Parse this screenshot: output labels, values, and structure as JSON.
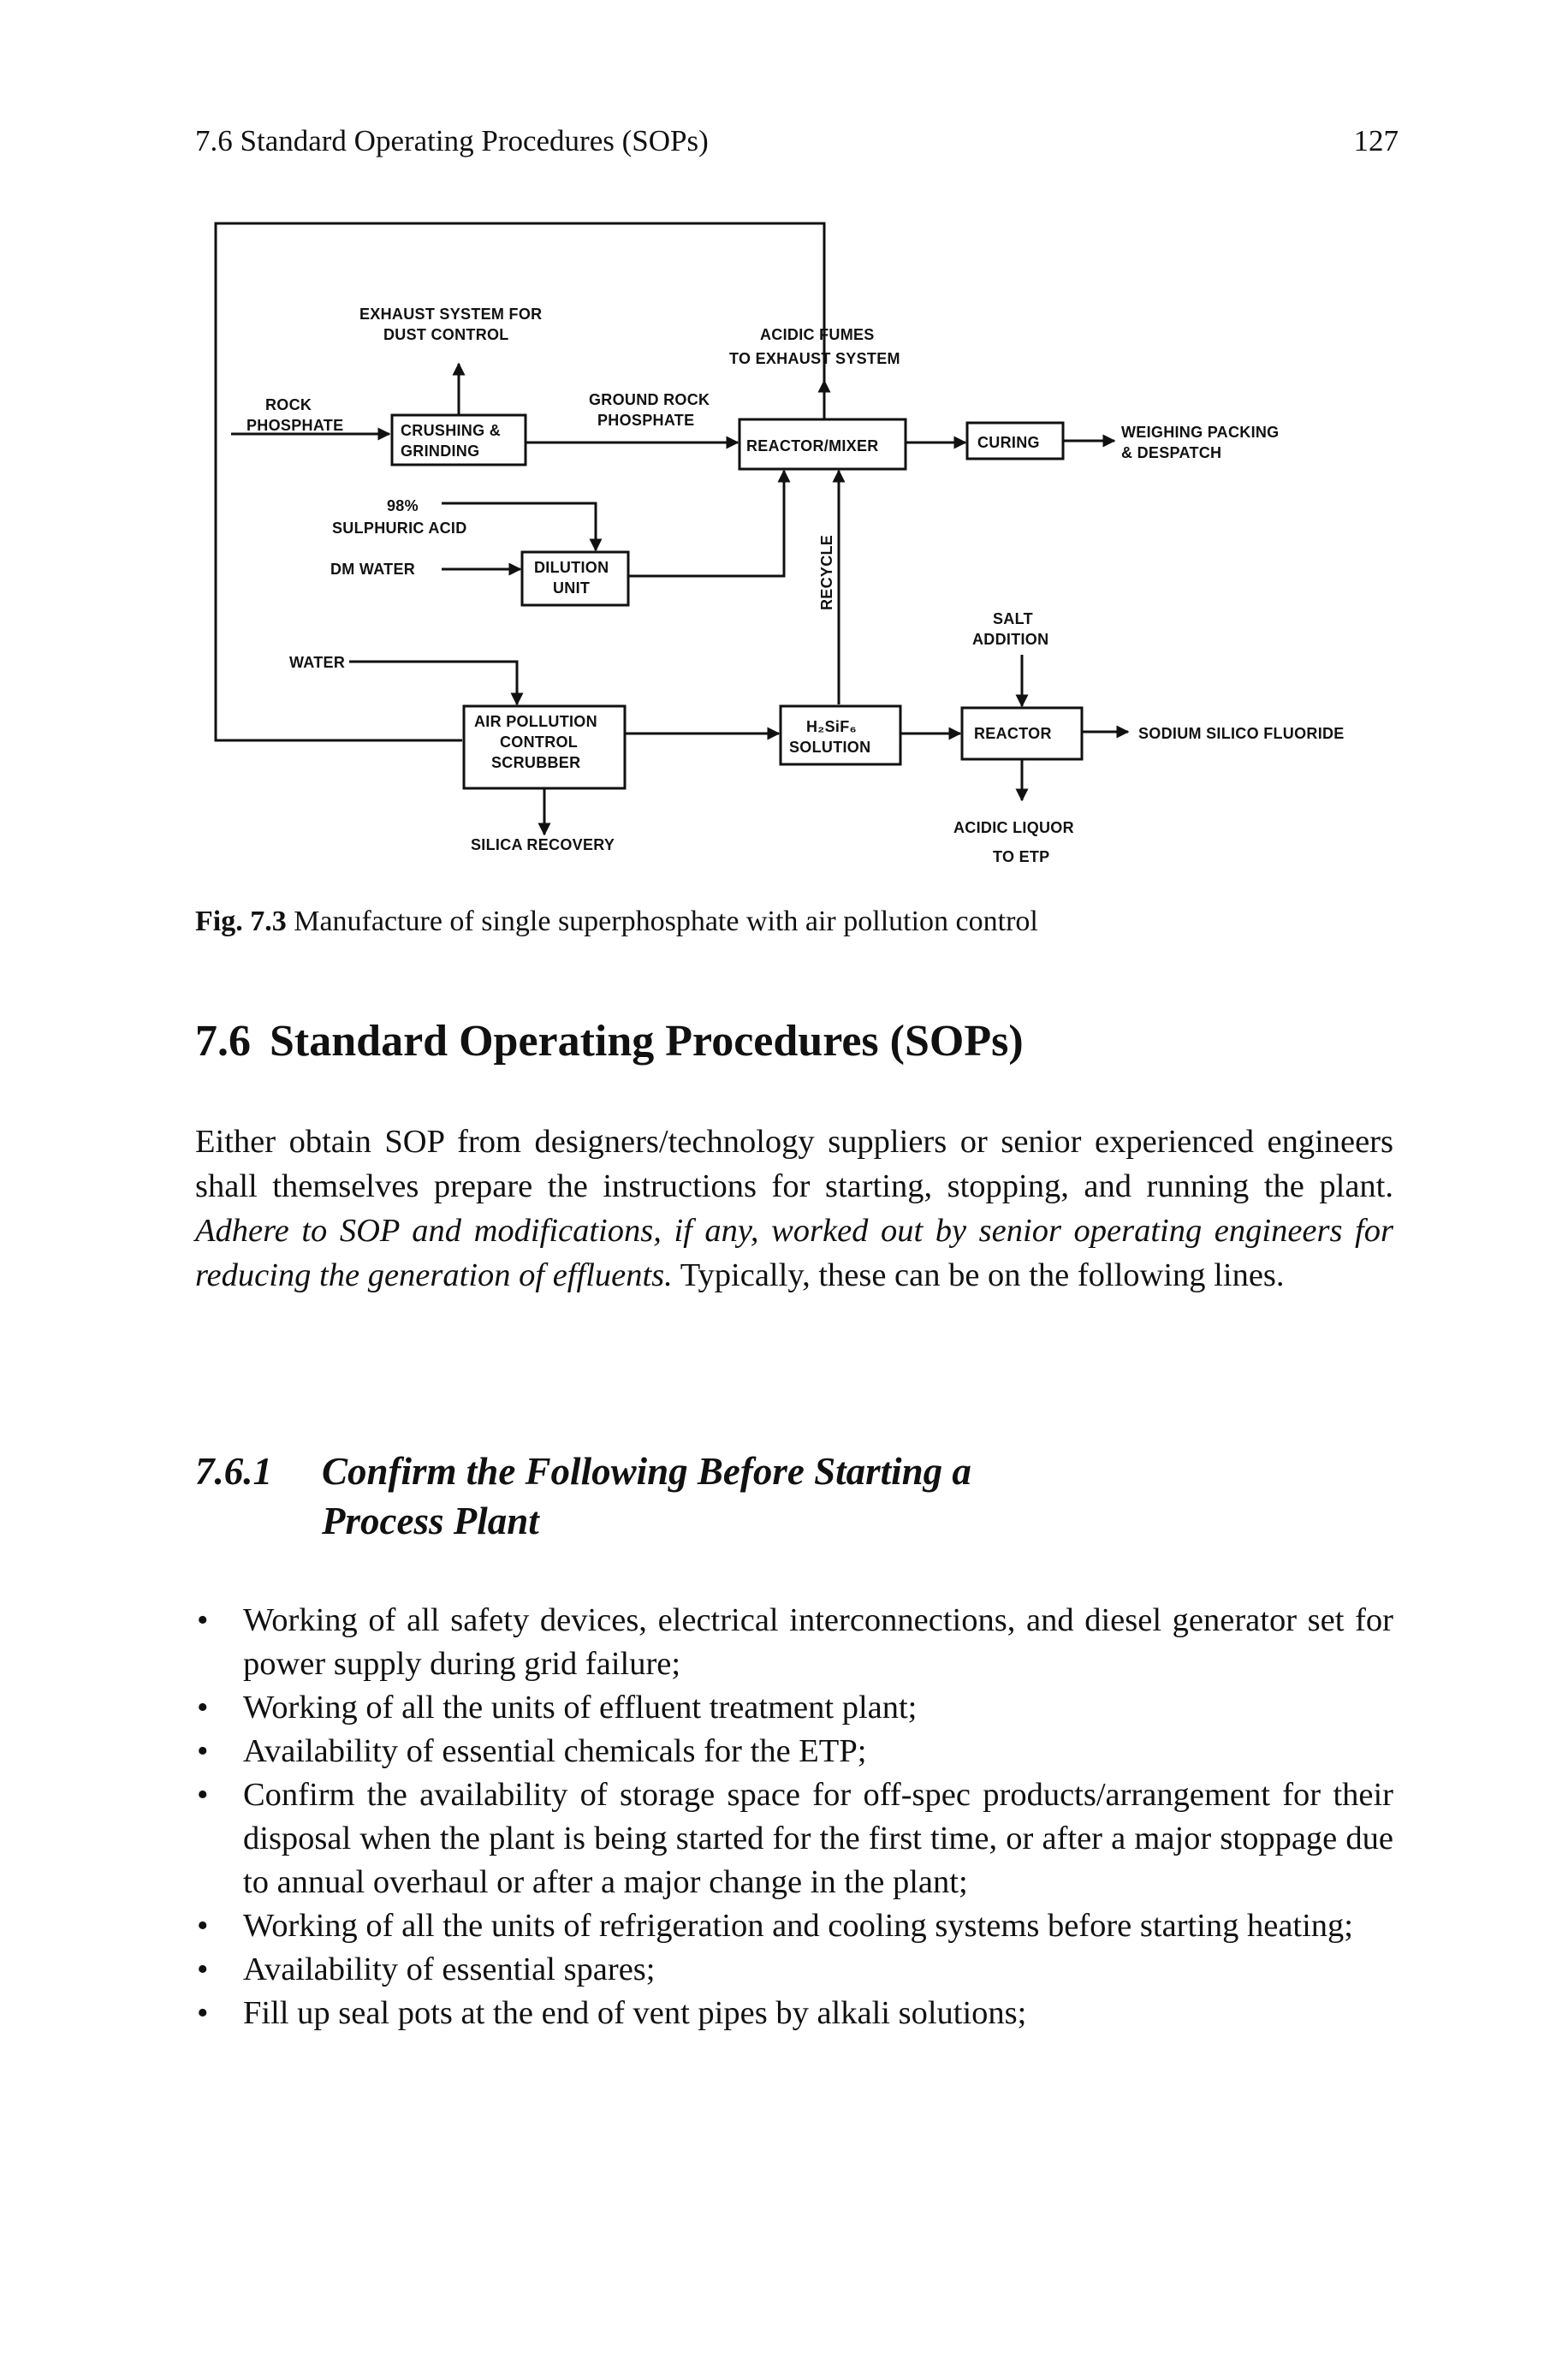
{
  "header": {
    "title": "7.6 Standard Operating Procedures (SOPs)",
    "page": "127"
  },
  "figure": {
    "labels": {
      "exhaust_1": "EXHAUST SYSTEM FOR",
      "exhaust_2": "DUST CONTROL",
      "acidic_1": "ACIDIC FUMES",
      "acidic_2": "TO EXHAUST SYSTEM",
      "rock_1": "ROCK",
      "rock_2": "PHOSPHATE",
      "crush_1": "CRUSHING &",
      "crush_2": "GRINDING",
      "ground_1": "GROUND ROCK",
      "ground_2": "PHOSPHATE",
      "reactor_mixer": "REACTOR/MIXER",
      "curing": "CURING",
      "weigh_1": "WEIGHING PACKING",
      "weigh_2": "& DESPATCH",
      "acid_1": "98%",
      "acid_2": "SULPHURIC ACID",
      "dm_water": "DM WATER",
      "dil_1": "DILUTION",
      "dil_2": "UNIT",
      "recycle": "RECYCLE",
      "salt_1": "SALT",
      "salt_2": "ADDITION",
      "water": "WATER",
      "apc_1": "AIR POLLUTION",
      "apc_2": "CONTROL",
      "apc_3": "SCRUBBER",
      "h2sif_1": "H₂SiF₆",
      "h2sif_2": "SOLUTION",
      "reactor": "REACTOR",
      "ssf": "SODIUM SILICO FLUORIDE",
      "silica": "SILICA RECOVERY",
      "liquor_1": "ACIDIC LIQUOR",
      "liquor_2": "TO ETP"
    }
  },
  "caption": {
    "label": "Fig. 7.3",
    "text": "Manufacture of single superphosphate with air pollution control"
  },
  "section": {
    "number": "7.6",
    "title": "Standard Operating Procedures (SOPs)"
  },
  "paragraph": {
    "part1": "Either obtain SOP from designers/technology suppliers or senior experienced engineers shall themselves prepare the instructions for starting, stopping, and running the plant.",
    "italic": "Adhere to SOP and modifications, if any, worked out by senior operating engineers for reducing the generation of effluents.",
    "part2": "Typically, these can be on the following lines."
  },
  "subsection": {
    "number": "7.6.1",
    "title": "Confirm the Following Before Starting a Process Plant"
  },
  "bullet_symbol": "•",
  "bullets": [
    "Working of all safety devices, electrical interconnections, and diesel generator set for power supply during grid failure;",
    "Working of all the units of effluent treatment plant;",
    "Availability of essential chemicals for the ETP;",
    "Confirm the availability of storage space for off-spec products/arrangement for their disposal when the plant is being started for the first time, or after a major stoppage due to annual overhaul or after a major change in the plant;",
    "Working of all the units of refrigeration and cooling systems before starting heating;",
    "Availability of essential spares;",
    "Fill up seal pots at the end of vent pipes by alkali solutions;"
  ]
}
